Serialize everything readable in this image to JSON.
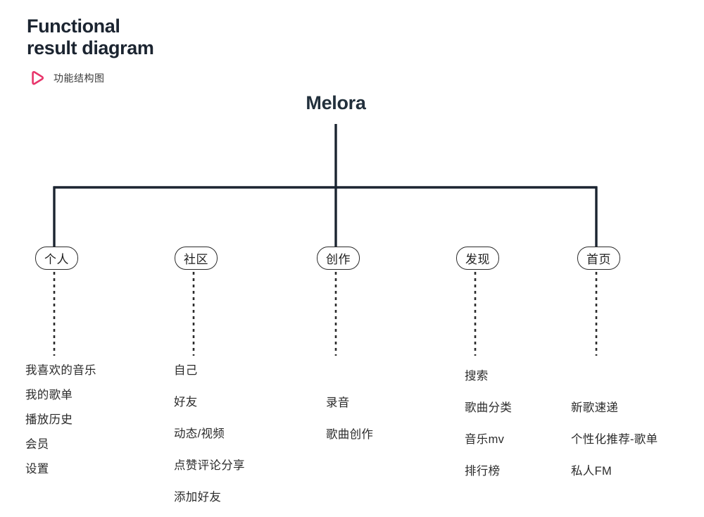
{
  "header": {
    "title": "Functional\nresult diagram",
    "subtitle": "功能结构图",
    "icon": "play-triangle-outline-icon",
    "accent_color": "#E8346A",
    "title_color": "#1b2430"
  },
  "diagram": {
    "type": "tree",
    "root": {
      "label": "Melora",
      "color": "#22303c"
    },
    "line_color": "#1b2430",
    "branches": [
      {
        "id": "personal",
        "label": "个人",
        "has_trunk_drop": true,
        "children": [
          "我喜欢的音乐",
          "我的歌单",
          "播放历史",
          "会员",
          "设置"
        ]
      },
      {
        "id": "community",
        "label": "社区",
        "has_trunk_drop": false,
        "children": [
          "自己",
          "好友",
          "动态/视频",
          "点赞评论分享",
          "添加好友"
        ]
      },
      {
        "id": "creation",
        "label": "创作",
        "has_trunk_drop": true,
        "children": [
          "录音",
          "歌曲创作"
        ]
      },
      {
        "id": "discover",
        "label": "发现",
        "has_trunk_drop": false,
        "children": [
          "搜索",
          "歌曲分类",
          "音乐mv",
          "排行榜"
        ]
      },
      {
        "id": "home",
        "label": "首页",
        "has_trunk_drop": true,
        "children": [
          "新歌速递",
          "个性化推荐-歌单",
          "私人FM"
        ]
      }
    ]
  }
}
